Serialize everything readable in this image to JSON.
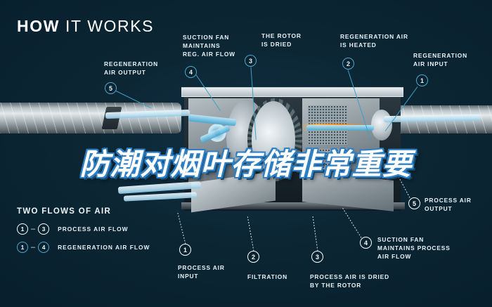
{
  "header": {
    "title_strong": "HOW",
    "title_rest": " IT WORKS"
  },
  "overlay": {
    "headline": "防潮对烟叶存储非常重要"
  },
  "callouts": [
    {
      "id": "regeneration-air-output",
      "text": "REGENERATION\nAIR OUTPUT",
      "number": "5",
      "style": "blue"
    },
    {
      "id": "suction-fan-reg",
      "text": "SUCTION FAN\nMAINTAINS\nREG. AIR FLOW",
      "number": "4",
      "style": "blue"
    },
    {
      "id": "rotor-is-dried",
      "text": "THE ROTOR\nIS DRIED",
      "number": "3",
      "style": "blue"
    },
    {
      "id": "regeneration-air-heated",
      "text": "REGENERATION AIR\nIS HEATED",
      "number": "2",
      "style": "blue"
    },
    {
      "id": "regeneration-air-input",
      "text": "REGENERATION\nAIR INPUT",
      "number": "1",
      "style": "blue"
    },
    {
      "id": "process-air-output",
      "text": "PROCESS AIR\nOUTPUT",
      "number": "5",
      "style": "white"
    },
    {
      "id": "suction-fan-process",
      "text": "SUCTION FAN\nMAINTAINS PROCESS\nAIR FLOW",
      "number": "4",
      "style": "white"
    },
    {
      "id": "process-air-input",
      "text": "PROCESS AIR\nINPUT",
      "number": "1",
      "style": "white"
    },
    {
      "id": "filtration",
      "text": "FILTRATION",
      "number": "2",
      "style": "white"
    },
    {
      "id": "process-air-dried",
      "text": "PROCESS AIR IS DRIED\nBY THE ROTOR",
      "number": "3",
      "style": "white"
    }
  ],
  "legend": {
    "title": "TWO FLOWS OF AIR",
    "rows": [
      {
        "from": "1",
        "dash": "–",
        "to": "3",
        "label": "PROCESS AIR FLOW",
        "style": "white"
      },
      {
        "from": "1",
        "dash": "–",
        "to": "4",
        "label": "REGENERATION AIR FLOW",
        "style": "blue"
      }
    ]
  },
  "colors": {
    "background": "#0a2230",
    "accent_blue": "#4fa8cc",
    "flow_blue": "#76c4e6",
    "heater_orange": "#ff8c1a",
    "text_light": "#e8f2f7",
    "outline_blue": "#2f7fc4"
  }
}
